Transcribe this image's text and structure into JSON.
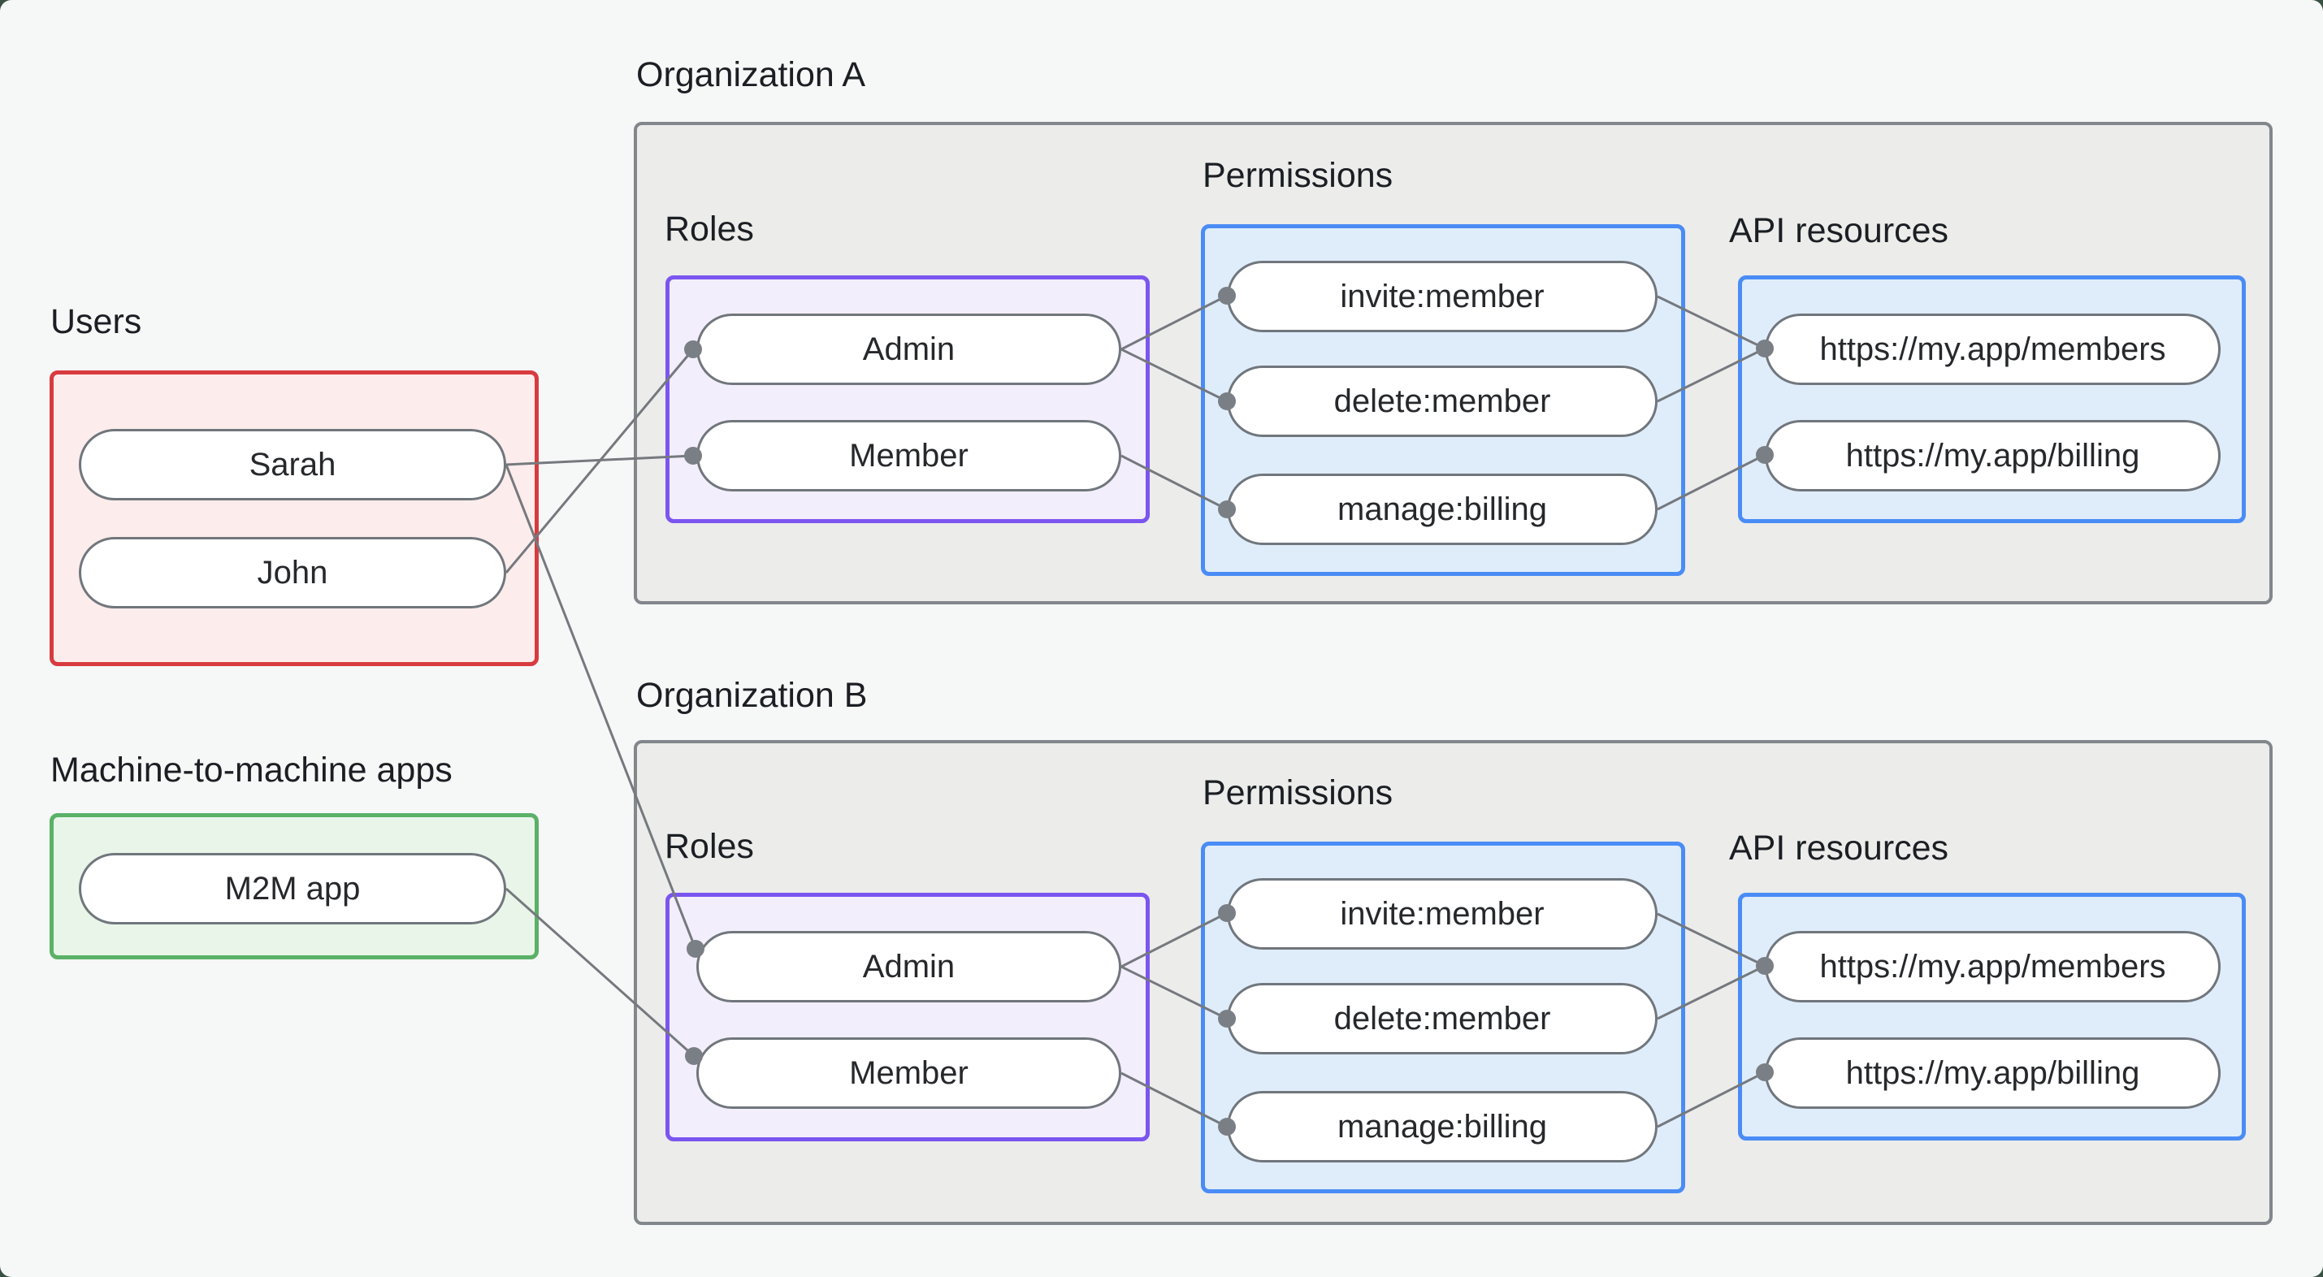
{
  "users_section": {
    "label": "Users",
    "items": [
      {
        "label": "Sarah"
      },
      {
        "label": "John"
      }
    ]
  },
  "m2m_section": {
    "label": "Machine-to-machine apps",
    "items": [
      {
        "label": "M2M app"
      }
    ]
  },
  "org_a": {
    "label": "Organization A",
    "roles_label": "Roles",
    "permissions_label": "Permissions",
    "api_label": "API resources",
    "roles": [
      {
        "label": "Admin"
      },
      {
        "label": "Member"
      }
    ],
    "permissions": [
      {
        "label": "invite:member"
      },
      {
        "label": "delete:member"
      },
      {
        "label": "manage:billing"
      }
    ],
    "api_resources": [
      {
        "label": "https://my.app/members"
      },
      {
        "label": "https://my.app/billing"
      }
    ]
  },
  "org_b": {
    "label": "Organization B",
    "roles_label": "Roles",
    "permissions_label": "Permissions",
    "api_label": "API resources",
    "roles": [
      {
        "label": "Admin"
      },
      {
        "label": "Member"
      }
    ],
    "permissions": [
      {
        "label": "invite:member"
      },
      {
        "label": "delete:member"
      },
      {
        "label": "manage:billing"
      }
    ],
    "api_resources": [
      {
        "label": "https://my.app/members"
      },
      {
        "label": "https://my.app/billing"
      }
    ]
  },
  "relationships": [
    {
      "from": "Sarah",
      "to": "Member",
      "context": "Organization A"
    },
    {
      "from": "John",
      "to": "Admin",
      "context": "Organization A"
    },
    {
      "from": "Sarah",
      "to": "Admin",
      "context": "Organization B"
    },
    {
      "from": "M2M app",
      "to": "Member",
      "context": "Organization B"
    },
    {
      "from": "Admin",
      "to": "invite:member",
      "context": "Organization A"
    },
    {
      "from": "Admin",
      "to": "delete:member",
      "context": "Organization A"
    },
    {
      "from": "Member",
      "to": "manage:billing",
      "context": "Organization A"
    },
    {
      "from": "invite:member",
      "to": "https://my.app/members",
      "context": "Organization A"
    },
    {
      "from": "delete:member",
      "to": "https://my.app/members",
      "context": "Organization A"
    },
    {
      "from": "manage:billing",
      "to": "https://my.app/billing",
      "context": "Organization A"
    },
    {
      "from": "Admin",
      "to": "invite:member",
      "context": "Organization B"
    },
    {
      "from": "Admin",
      "to": "delete:member",
      "context": "Organization B"
    },
    {
      "from": "Member",
      "to": "manage:billing",
      "context": "Organization B"
    },
    {
      "from": "invite:member",
      "to": "https://my.app/members",
      "context": "Organization B"
    },
    {
      "from": "delete:member",
      "to": "https://my.app/members",
      "context": "Organization B"
    },
    {
      "from": "manage:billing",
      "to": "https://my.app/billing",
      "context": "Organization B"
    }
  ],
  "colors": {
    "background": "#f6f7f7",
    "backdrop": "#3a5243",
    "org_box_fill": "#ececeb",
    "org_box_border": "#82878c",
    "users_fill": "#fcedec",
    "users_border": "#d83b3f",
    "m2m_fill": "#e9f5e9",
    "m2m_border": "#5ab167",
    "roles_fill": "#f3eefb",
    "roles_border": "#7b55f0",
    "blue_fill": "#dfedfb",
    "blue_border": "#4a8cf5",
    "edge": "#75797e",
    "node_border": "#70767c",
    "text": "#1b1f23"
  }
}
